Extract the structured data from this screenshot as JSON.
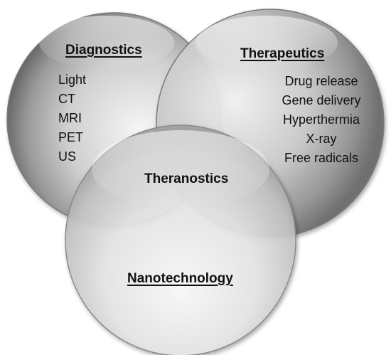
{
  "circles": {
    "diagnostics": {
      "heading": "Diagnostics",
      "items": [
        "Light",
        "CT",
        "MRI",
        "PET",
        "US"
      ]
    },
    "therapeutics": {
      "heading": "Therapeutics",
      "items": [
        "Drug release",
        "Gene delivery",
        "Hyperthermia",
        "X-ray",
        "Free radicals"
      ]
    },
    "nanotechnology": {
      "heading": "Nanotechnology"
    }
  },
  "overlap": {
    "label": "Theranostics"
  },
  "colors": {
    "sphere_highlight": "#f4f4f4",
    "sphere_mid": "#bdbdbd",
    "sphere_dark": "#6e6e6e",
    "sphere_edge": "#8a8a8a",
    "text": "#111111"
  }
}
